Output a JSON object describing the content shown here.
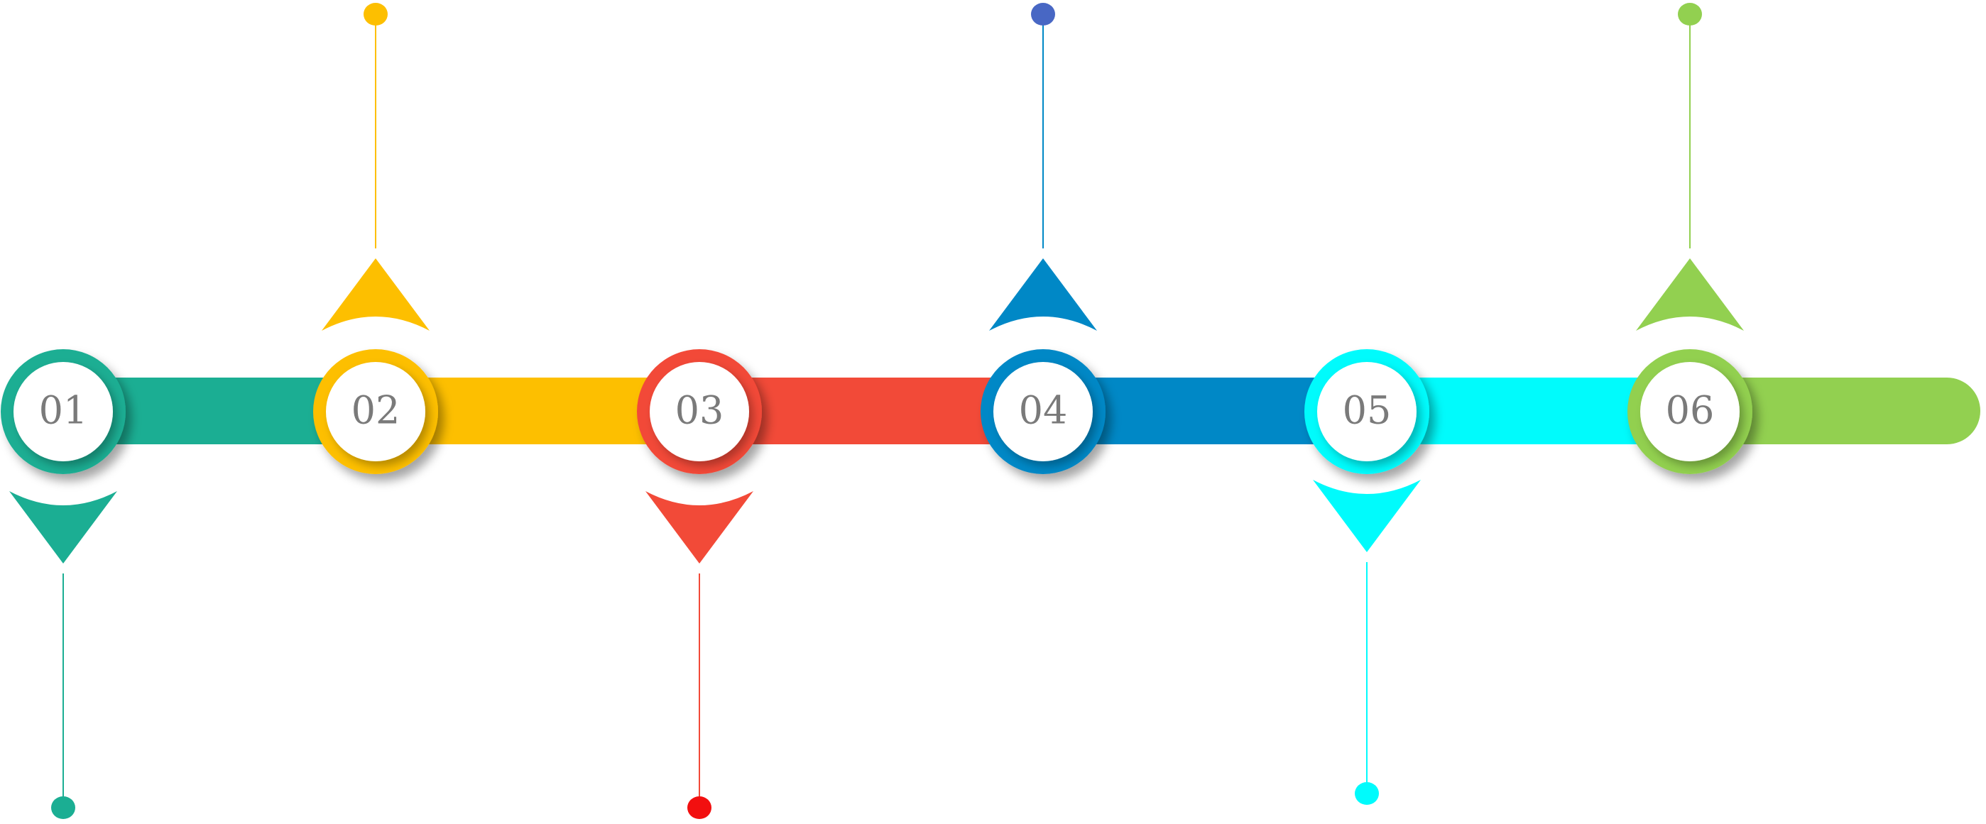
{
  "diagram": {
    "type": "timeline",
    "steps": [
      {
        "id": "step-1",
        "label": "01",
        "color": "#1BAE93",
        "pointer_side": "bottom",
        "dot_color": "#1BAE93"
      },
      {
        "id": "step-2",
        "label": "02",
        "color": "#FDBF00",
        "pointer_side": "top",
        "dot_color": "#FDBF00"
      },
      {
        "id": "step-3",
        "label": "03",
        "color": "#F24A38",
        "pointer_side": "bottom",
        "dot_color": "#F20F0F"
      },
      {
        "id": "step-4",
        "label": "04",
        "color": "#0088C6",
        "pointer_side": "top",
        "dot_color": "#4867C4"
      },
      {
        "id": "step-5",
        "label": "05",
        "color": "#00FBFC",
        "pointer_side": "bottom",
        "dot_color": "#00FBFC"
      },
      {
        "id": "step-6",
        "label": "06",
        "color": "#92D050",
        "pointer_side": "top",
        "dot_color": "#92D050"
      }
    ]
  }
}
